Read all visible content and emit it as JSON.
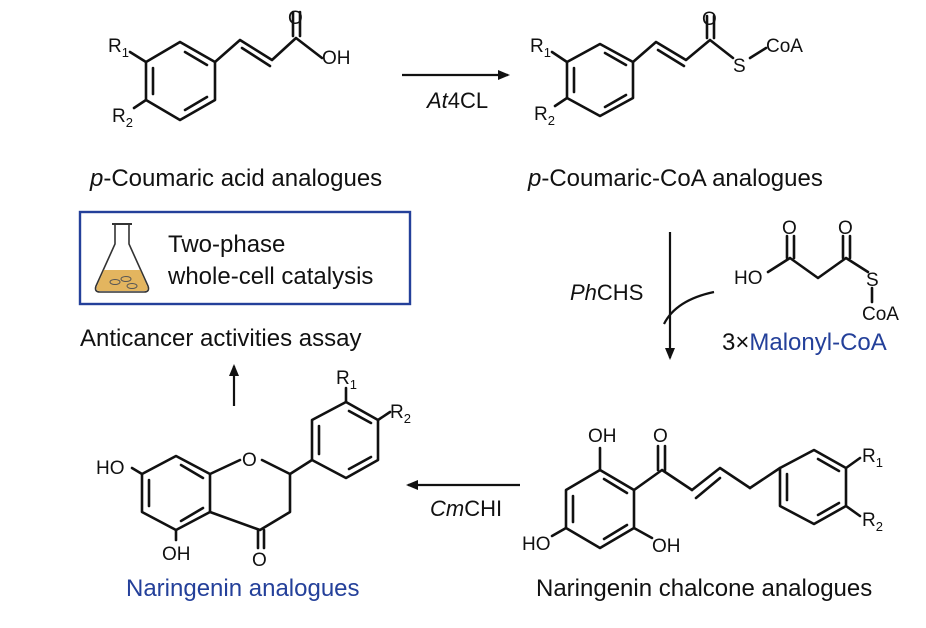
{
  "compounds": {
    "coumaric_acid": {
      "caption_prefix": "p",
      "caption_rest": "-Coumaric acid analogues",
      "labels": {
        "r1": "R",
        "r1_sub": "1",
        "r2": "R",
        "r2_sub": "2",
        "o": "O",
        "oh": "OH"
      }
    },
    "coumaric_coa": {
      "caption_prefix": "p",
      "caption_rest": "-Coumaric-CoA analogues",
      "labels": {
        "r1": "R",
        "r1_sub": "1",
        "r2": "R",
        "r2_sub": "2",
        "o": "O",
        "s": "S",
        "coa": "CoA"
      }
    },
    "malonyl_coa": {
      "caption_prefix": "3×",
      "caption_name": "Malonyl-CoA",
      "labels": {
        "ho": "HO",
        "o1": "O",
        "o2": "O",
        "s": "S",
        "coa": "CoA"
      }
    },
    "chalcone": {
      "caption": "Naringenin chalcone analogues",
      "labels": {
        "oh_top": "OH",
        "o": "O",
        "ho": "HO",
        "oh_bottom": "OH",
        "r1": "R",
        "r1_sub": "1",
        "r2": "R",
        "r2_sub": "2"
      }
    },
    "naringenin": {
      "caption": "Naringenin analogues",
      "labels": {
        "ho": "HO",
        "o_ring": "O",
        "oh": "OH",
        "o": "O",
        "r1": "R",
        "r1_sub": "1",
        "r2": "R",
        "r2_sub": "2"
      }
    }
  },
  "enzymes": {
    "at4cl": {
      "italic": "At",
      "rest": "4CL"
    },
    "phchs": {
      "italic": "Ph",
      "rest": "CHS"
    },
    "cmchi": {
      "italic": "Cm",
      "rest": "CHI"
    }
  },
  "assay": {
    "box_line1": "Two-phase",
    "box_line2": "whole-cell catalysis",
    "caption": "Anticancer activities assay"
  },
  "colors": {
    "accent_blue": "#24409a",
    "flask_liquid": "#e3b55f"
  },
  "icons": [
    "erlenmeyer-flask-icon"
  ]
}
